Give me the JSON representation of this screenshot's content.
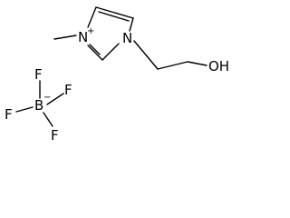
{
  "molecule": {
    "cation": {
      "ring_nitrogen_methyl": {
        "symbol": "N",
        "charge": "+"
      },
      "ring_nitrogen_substituted": {
        "symbol": "N"
      },
      "hydroxyl": {
        "symbol": "OH"
      }
    },
    "anion": {
      "boron": {
        "symbol": "B",
        "charge": "−"
      },
      "fluorines": [
        {
          "symbol": "F"
        },
        {
          "symbol": "F"
        },
        {
          "symbol": "F"
        },
        {
          "symbol": "F"
        }
      ]
    }
  },
  "colors": {
    "bond": "#000000",
    "text": "#000000",
    "background": "#ffffff"
  }
}
